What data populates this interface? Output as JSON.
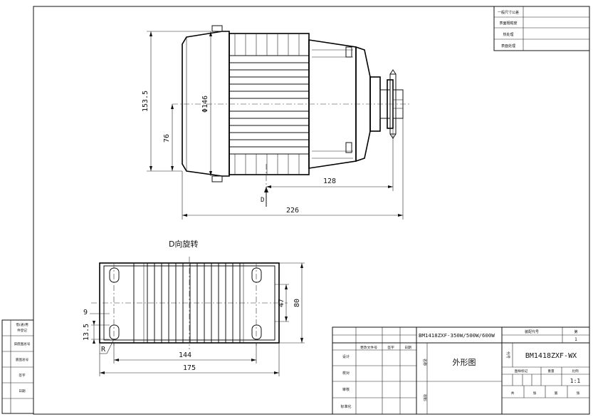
{
  "top_right_table": [
    "一般尺寸公差",
    "表面粗糙度",
    "热处理",
    "表面处理"
  ],
  "dimensions": {
    "height_total": "153.5",
    "diameter": "Φ146",
    "height_axis": "76",
    "shaft_offset": "128",
    "length_total": "226",
    "view_arrow": "D",
    "base_hole_pitch": "9",
    "base_hole_height": "13.5",
    "radius": "R",
    "base_inner_width": "47",
    "base_outer_width": "80",
    "base_hole_span": "144",
    "base_length": "175"
  },
  "rotation_note": "D向旋转",
  "left_strip": [
    "借(通)用",
    "件登记",
    "旧底图总号",
    "底图总号",
    "签字",
    "日期"
  ],
  "title_block": {
    "model": "BM1418ZXF-350W/500W/600W",
    "drawing_title": "外形图",
    "code_label": "装配代号",
    "code": "BM1418ZXF-WX",
    "sheet_label": "第",
    "sheet_no": "1",
    "scale_label": "比例",
    "scale": "1:1",
    "rev_labels": [
      "更改文件号",
      "签字",
      "日期"
    ],
    "role_labels": [
      "设计",
      "校对",
      "审核",
      "标准化"
    ],
    "side_labels": [
      "名称",
      "材料"
    ],
    "code_side": "代号",
    "stage_labels": [
      "图样标记",
      "重量"
    ],
    "footer_labels": [
      "共",
      "张",
      "第",
      "张"
    ]
  }
}
